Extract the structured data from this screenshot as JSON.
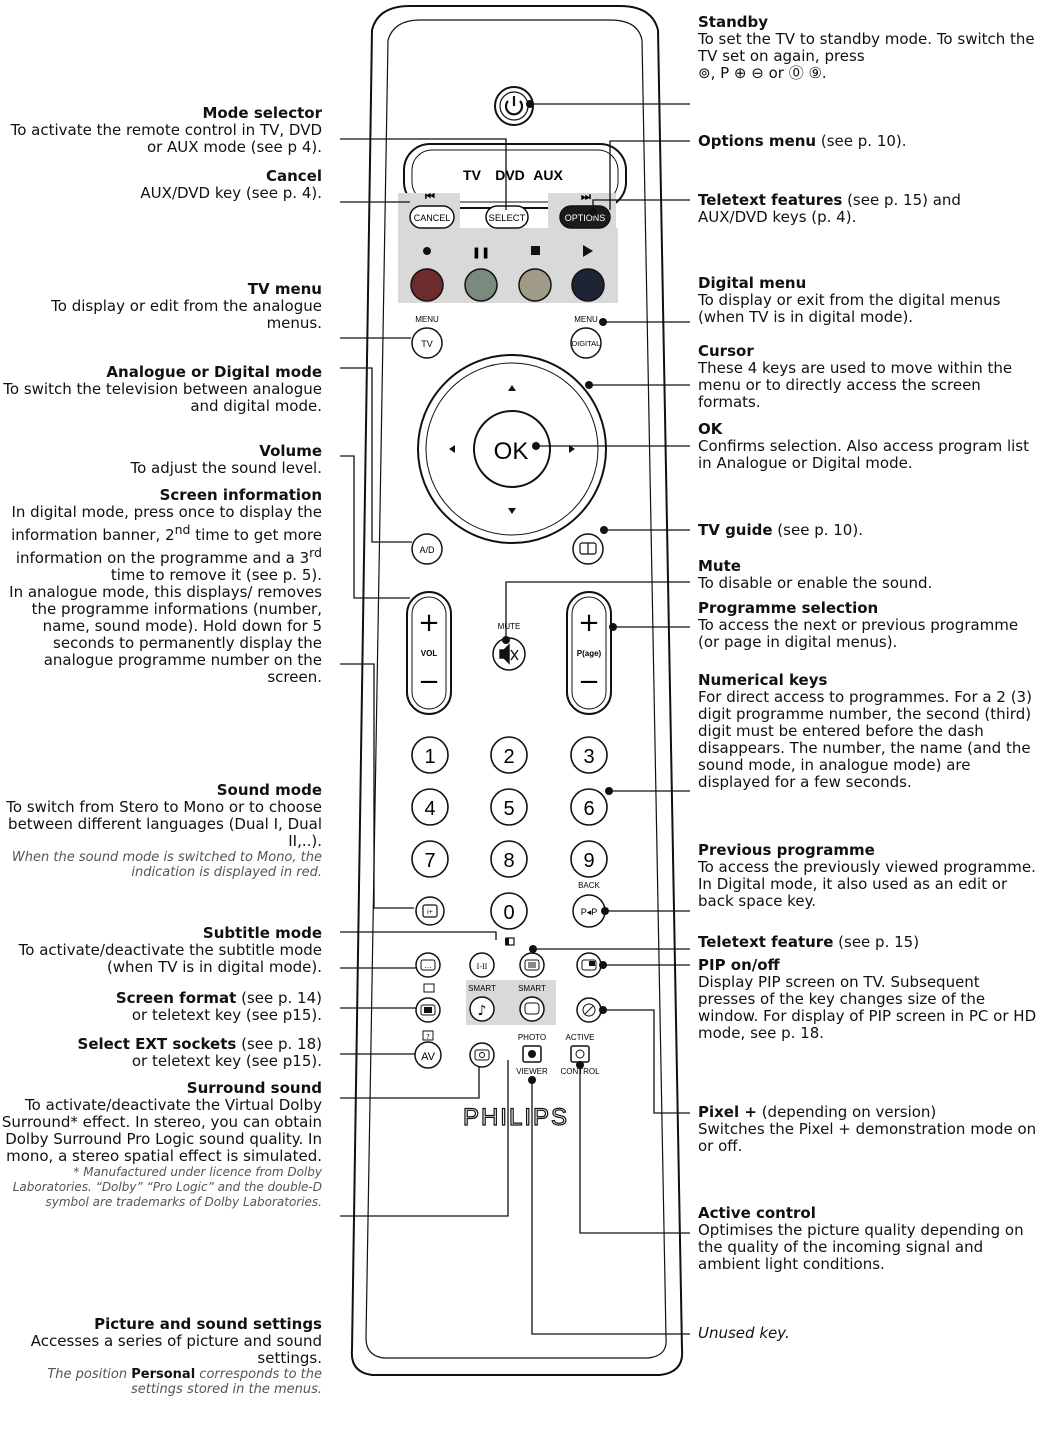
{
  "remote": {
    "modes": [
      "TV",
      "DVD",
      "AUX"
    ],
    "select": "SELECT",
    "cancel": "CANCEL",
    "options": "OPTIONS",
    "menu_left_small": "MENU",
    "menu_left_btn": "TV",
    "menu_right_small": "MENU",
    "menu_right_btn": "DIGITAL",
    "ok": "OK",
    "ad": "A/D",
    "mute": "MUTE",
    "vol": "VOL",
    "page": "P(age)",
    "plus": "+",
    "minus": "−",
    "digits": [
      "1",
      "2",
      "3",
      "4",
      "5",
      "6",
      "7",
      "8",
      "9",
      "0"
    ],
    "back": "BACK",
    "pp": "P◂P",
    "i_plus": "i+",
    "i_ii": "I-II",
    "smart1": "SMART",
    "smart2": "SMART",
    "av": "AV",
    "photo": "PHOTO",
    "viewer": "VIEWER",
    "active": "ACTIVE",
    "control": "CONTROL",
    "brand": "PHILIPS"
  },
  "colors": {
    "red": "#6e2b2b",
    "green": "#7a8a7c",
    "yellow": "#a09b86",
    "blue": "#1e2436",
    "keypad_bg": "#d8d8d8"
  },
  "left": {
    "mode_selector": {
      "title": "Mode selector",
      "body": "To activate the remote control in TV, DVD or AUX mode (see p 4)."
    },
    "cancel": {
      "title": "Cancel",
      "body": "AUX/DVD key (see p. 4)."
    },
    "tv_menu": {
      "title": "TV menu",
      "body": "To display or edit from the analogue menus."
    },
    "ad_mode": {
      "title": "Analogue or Digital mode",
      "body": "To switch the television between analogue and digital mode."
    },
    "volume": {
      "title": "Volume",
      "body": "To adjust the sound level."
    },
    "screen_info": {
      "title": "Screen information",
      "body1": "In digital mode, press once to display the information banner, 2",
      "sup1": "nd",
      "body2": " time to get more information on the programme and a 3",
      "sup2": "rd",
      "body3": " time to remove it (see p. 5).",
      "body4": "In analogue mode, this displays/ removes the programme informations (number, name, sound mode). Hold down for 5 seconds to permanently display the analogue programme number on the screen."
    },
    "sound_mode": {
      "title": "Sound mode",
      "body": "To switch from Stero to Mono or to choose between different  languages (Dual I, Dual II,..).",
      "note": "When the sound mode is switched to Mono, the indication is displayed in red."
    },
    "subtitle": {
      "title": "Subtitle mode",
      "body": "To activate/deactivate the subtitle mode (when TV is in digital mode)."
    },
    "screen_format": {
      "title": "Screen format",
      "ref": " (see p. 14)",
      "body": "or teletext key (see p15)."
    },
    "ext": {
      "title": "Select EXT sockets",
      "ref": " (see p. 18)",
      "body": "or teletext key (see p15)."
    },
    "surround": {
      "title": "Surround sound",
      "body": "To activate/deactivate the Virtual Dolby Surround* effect. In stereo, you can obtain Dolby Surround Pro Logic sound quality. In mono, a stereo spatial effect is simulated.",
      "note": "* Manufactured under licence from Dolby Laboratories. “Dolby” “Pro Logic” and the double-D symbol are trademarks of Dolby Laboratories."
    },
    "picture_sound": {
      "title": "Picture and sound settings",
      "body": "Accesses a series of picture and sound settings.",
      "note1": "The position ",
      "note_bold": "Personal",
      "note2": " corresponds to the settings stored in the menus."
    }
  },
  "right": {
    "standby": {
      "title": "Standby",
      "body": "To set the TV to standby mode. To switch the TV set on again, press",
      "body2": ", P ⊕ ⊖ or ⓪ ⑨."
    },
    "options": {
      "title": "Options menu",
      "ref": " (see p. 10)."
    },
    "teletext": {
      "title": "Teletext features",
      "ref": " (see p. 15) and",
      "body": "AUX/DVD keys (p. 4)."
    },
    "digital_menu": {
      "title": "Digital menu",
      "body": "To display or exit from the digital menus (when TV is in digital mode)."
    },
    "cursor": {
      "title": "Cursor",
      "body": "These 4 keys are used to move within the menu or to directly access the screen formats."
    },
    "ok": {
      "title": "OK",
      "body": "Confirms selection.  Also access program list in Analogue or Digital mode."
    },
    "tv_guide": {
      "title": "TV guide",
      "ref": " (see p. 10)."
    },
    "mute": {
      "title": "Mute",
      "body": "To disable or enable the sound."
    },
    "prog_sel": {
      "title": "Programme selection",
      "body": "To access the next or previous programme (or page in digital menus)."
    },
    "numerical": {
      "title": "Numerical keys",
      "body": "For direct access to programmes. For a 2 (3) digit programme number, the second (third) digit must be entered before the dash disappears. The number, the name (and the sound mode, in analogue mode) are displayed for a few seconds."
    },
    "previous": {
      "title": "Previous programme",
      "body": "To access the previously viewed programme. In Digital mode, it also used as an edit or back space key."
    },
    "teletext2": {
      "title": "Teletext feature",
      "ref": " (see p. 15)"
    },
    "pip": {
      "title": "PIP on/off",
      "body": "Display PIP screen on TV. Subsequent presses of the key changes size of the window. For display of PIP screen in PC or HD mode, see p. 18."
    },
    "pixel": {
      "title": "Pixel +",
      "ref": " (depending on version)",
      "body": "Switches the Pixel + demonstration mode on or off."
    },
    "active": {
      "title": "Active control",
      "body": "Optimises the picture quality depending on the quality of the incoming signal and ambient light conditions."
    },
    "unused": {
      "body": "Unused key."
    }
  }
}
